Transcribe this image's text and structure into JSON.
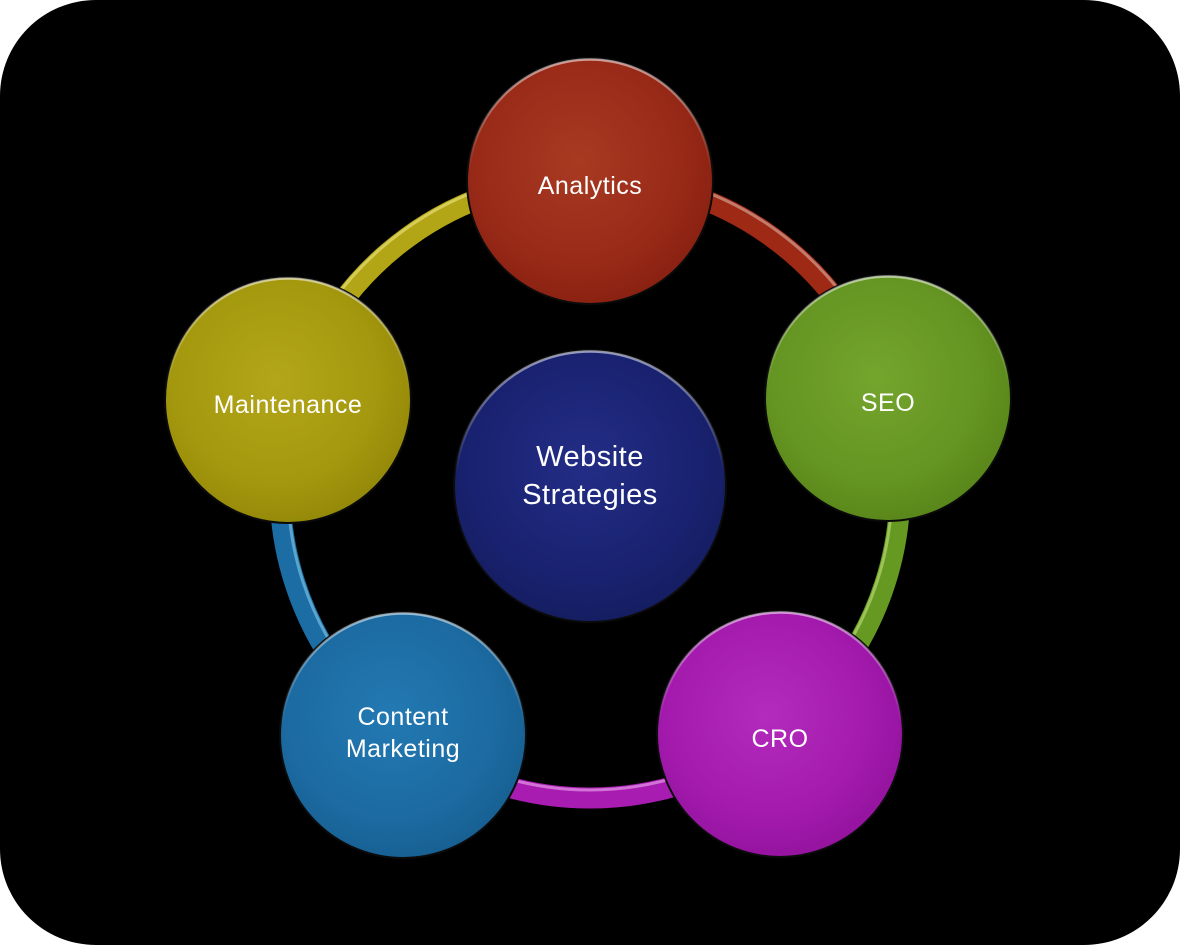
{
  "canvas": {
    "background_color": "#000000",
    "page_background_color": "#ffffff"
  },
  "diagram": {
    "center": {
      "id": "website-strategies",
      "label_line1": "Website",
      "label_line2": "Strategies",
      "color": "#192270"
    },
    "nodes": [
      {
        "id": "analytics",
        "label": "Analytics",
        "color": "#992a18"
      },
      {
        "id": "seo",
        "label": "SEO",
        "color": "#659522"
      },
      {
        "id": "cro",
        "label": "CRO",
        "color": "#a31aad"
      },
      {
        "id": "content-marketing",
        "label_line1": "Content",
        "label_line2": "Marketing",
        "color": "#1c6ba2"
      },
      {
        "id": "maintenance",
        "label": "Maintenance",
        "color": "#a4980e"
      }
    ],
    "connectors": [
      {
        "from": "analytics",
        "to": "seo",
        "color": "#9e2a16",
        "highlight": "#c8887a"
      },
      {
        "from": "seo",
        "to": "cro",
        "color": "#669921",
        "highlight": "#a6ca62"
      },
      {
        "from": "cro",
        "to": "content-marketing",
        "color": "#a81cb2",
        "highlight": "#d981dc"
      },
      {
        "from": "content-marketing",
        "to": "maintenance",
        "color": "#1b6da3",
        "highlight": "#66aed6"
      },
      {
        "from": "maintenance",
        "to": "analytics",
        "color": "#b3a616",
        "highlight": "#dcd264"
      }
    ],
    "label_text_color": "#ffffff"
  }
}
